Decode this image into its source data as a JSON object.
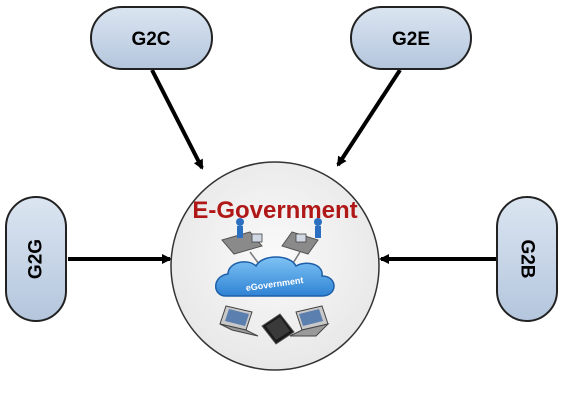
{
  "diagram": {
    "center": {
      "title": "E-Government",
      "cloud_label": "eGovernment",
      "title_color": "#b01818",
      "fill_color": "#efefef"
    },
    "nodes": {
      "g2c": {
        "label": "G2C"
      },
      "g2e": {
        "label": "G2E"
      },
      "g2g": {
        "label": "G2G"
      },
      "g2b": {
        "label": "G2B"
      }
    },
    "node_fill_color": "#c6d4e6",
    "arrow_color": "#000000"
  }
}
